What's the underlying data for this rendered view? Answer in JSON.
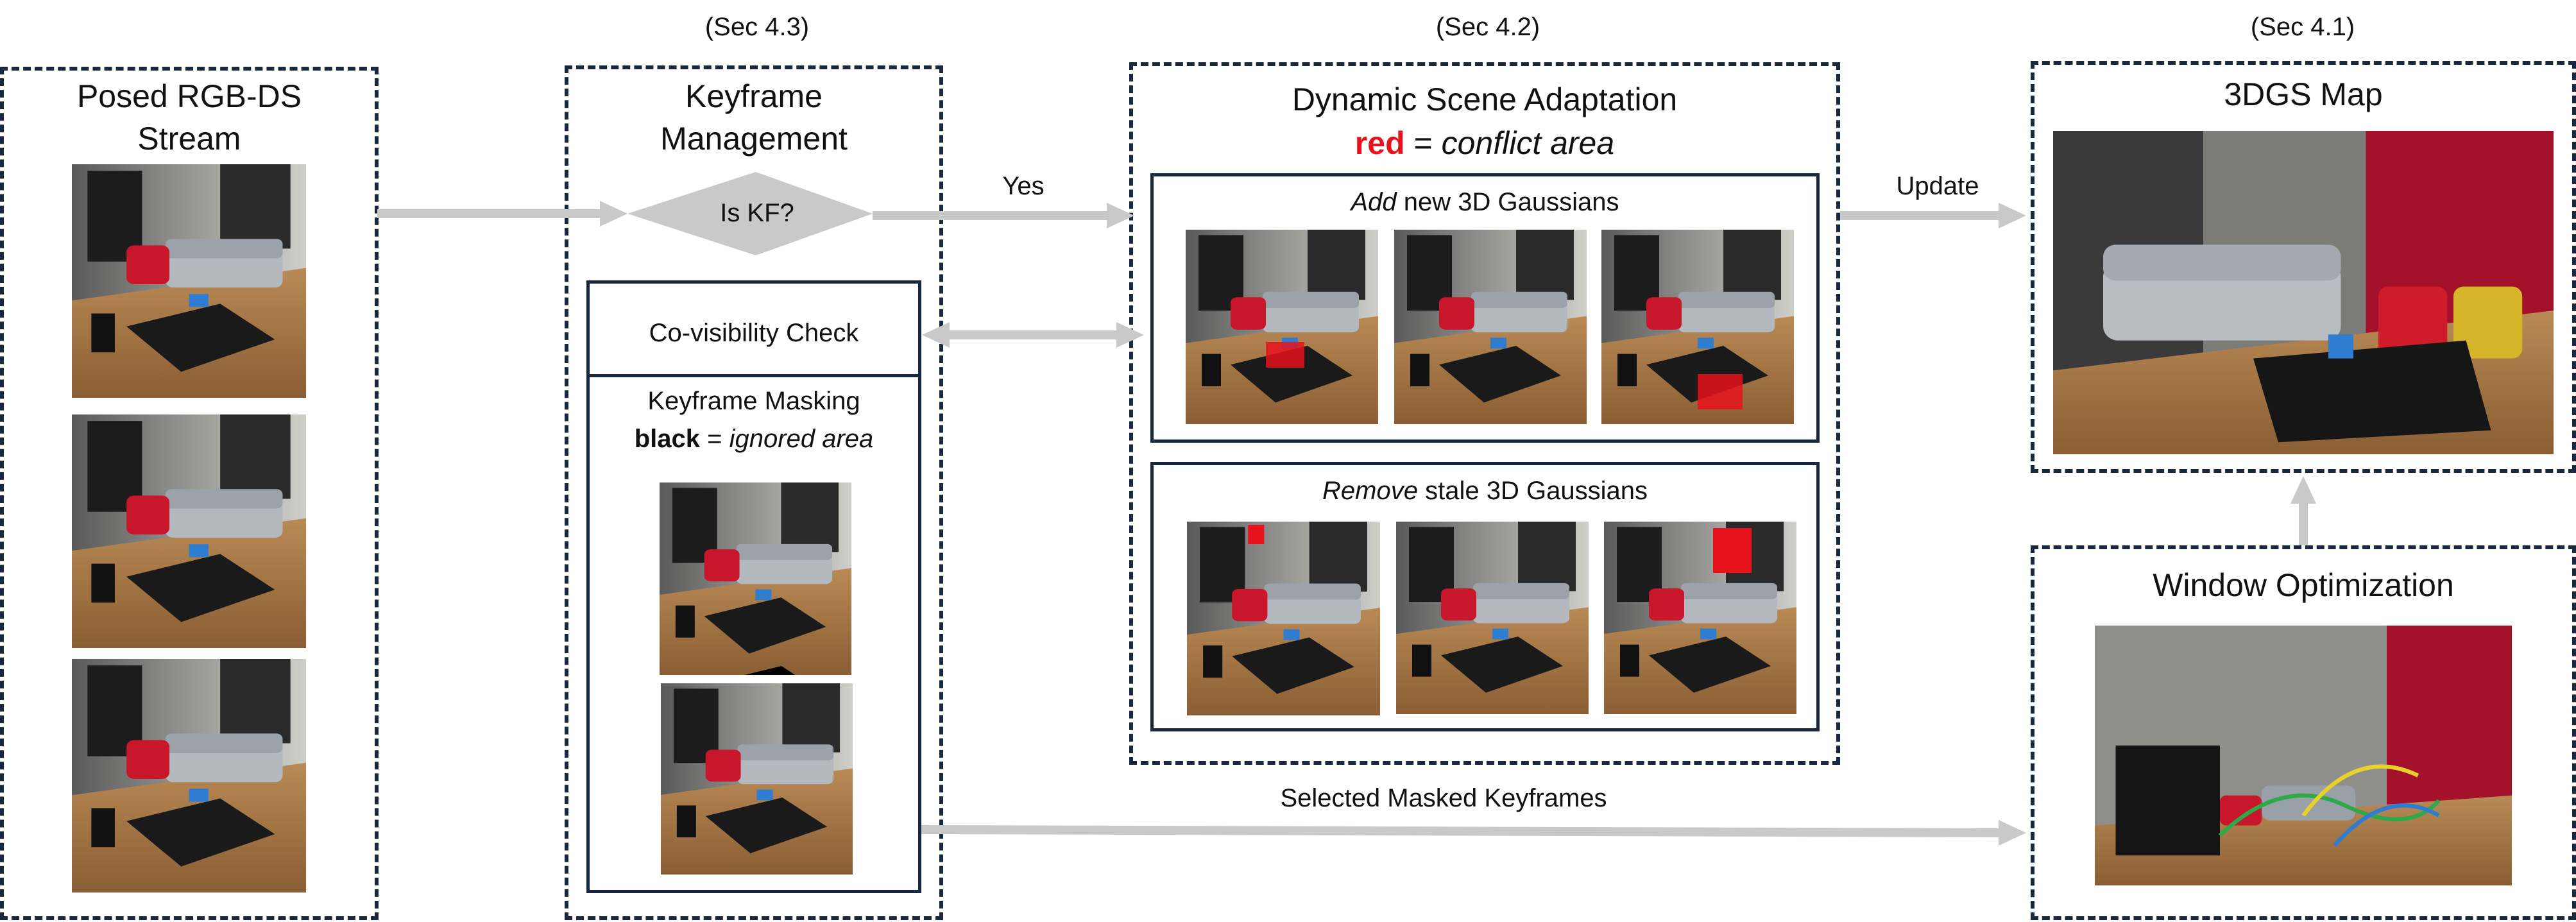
{
  "sections": {
    "kf": "(Sec 4.3)",
    "dsa": "(Sec 4.2)",
    "map": "(Sec 4.1)"
  },
  "stream": {
    "title_line1": "Posed RGB-DS",
    "title_line2": "Stream"
  },
  "keyframe": {
    "title_line1": "Keyframe",
    "title_line2": "Management",
    "decision": "Is KF?",
    "covisibility": "Co-visibility Check",
    "masking_title": "Keyframe Masking",
    "masking_key": "black",
    "masking_eq": " = ",
    "masking_desc": "ignored area"
  },
  "dsa": {
    "title": "Dynamic Scene Adaptation",
    "legend_key": "red",
    "legend_eq": " = ",
    "legend_desc": "conflict area",
    "add_em": "Add",
    "add_rest": " new 3D Gaussians",
    "remove_em": "Remove",
    "remove_rest": " stale 3D Gaussians"
  },
  "map": {
    "title": "3DGS Map"
  },
  "window": {
    "title": "Window Optimization"
  },
  "arrows": {
    "yes": "Yes",
    "update": "Update",
    "selected": "Selected Masked Keyframes"
  },
  "colors": {
    "border": "#17283f",
    "arrow": "#c9c9c9",
    "conflict": "#e8121c",
    "decision_fill": "#c9c9c9"
  }
}
